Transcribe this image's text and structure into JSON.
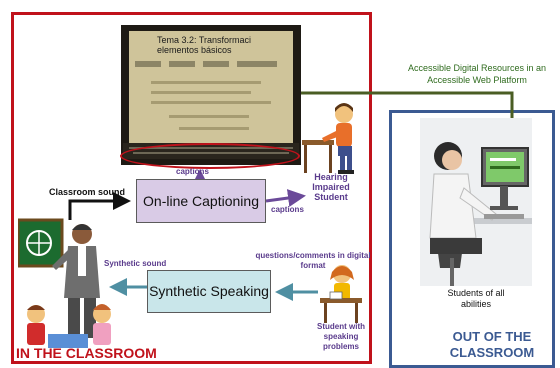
{
  "slide": {
    "title_line1": "Tema 3.2:  Transformaci",
    "title_line2": "elementos básicos"
  },
  "labels": {
    "captions_top": "captions",
    "captions_right": "captions",
    "classroom_sound": "Classroom sound",
    "online_captioning": "On-line Captioning",
    "hearing_impaired": "Hearing Impaired Student",
    "synthetic_sound": "Synthetic sound",
    "synthetic_speaking": "Synthetic Speaking",
    "questions_comments": "questions/comments in digital format",
    "student_speaking": "Student with speaking problems",
    "in_classroom": "IN THE CLASSROOM",
    "accessible_resources": "Accessible Digital Resources in an Accessible Web Platform",
    "students_all": "Students of all abilities",
    "out_classroom": "OUT OF THE CLASSROOM"
  },
  "colors": {
    "inside_frame": "#c0121b",
    "outside_frame": "#3b5a92",
    "arrow_purple": "#6b4a99",
    "arrow_teal": "#4f8fa2",
    "arrow_olive": "#4a5d23"
  }
}
